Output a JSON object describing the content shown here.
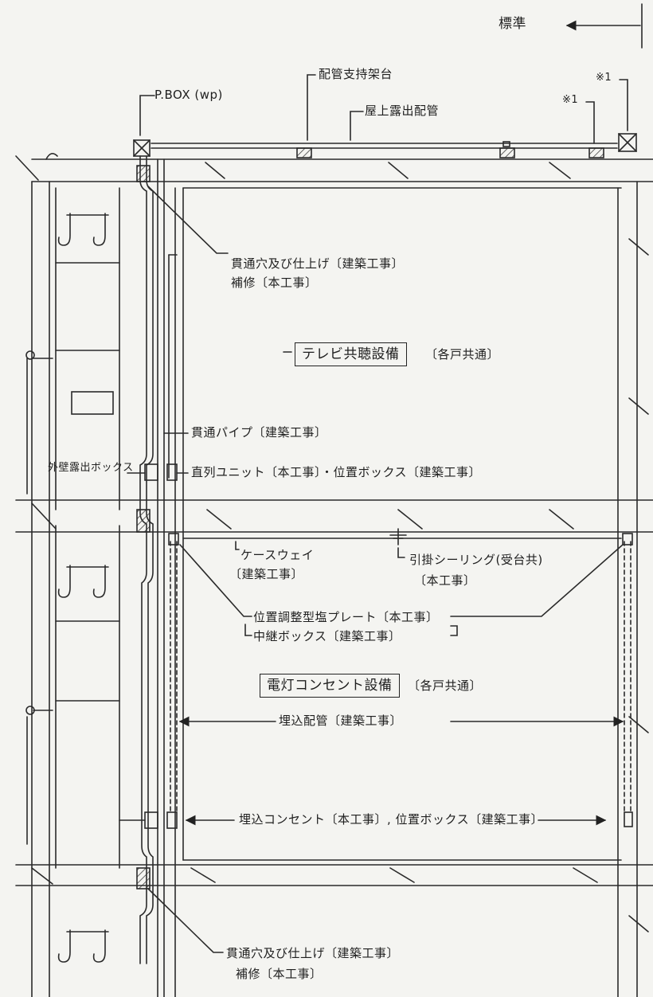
{
  "labels": {
    "standard": "標準",
    "note_mark": "※1",
    "pbox": "P.BOX (wp)",
    "support_stand": "配管支持架台",
    "roof_exposed_pipe": "屋上露出配管",
    "sleeve_finish_top_1": "貫通穴及び仕上げ〔建築工事〕",
    "sleeve_finish_top_2": "補修〔本工事〕",
    "tv_system": "テレビ共聴設備",
    "tv_common": "〔各戸共通〕",
    "sleeve_pipe": "貫通パイプ〔建築工事〕",
    "exposed_box_left": "外壁露出ボックス",
    "series_unit": "直列ユニット〔本工事〕・位置ボックス〔建築工事〕",
    "caseway_1": "ケースウェイ",
    "caseway_2": "〔建築工事〕",
    "ceiling_1": "引掛シーリング(受台共)",
    "ceiling_2": "〔本工事〕",
    "plate": "位置調整型塩プレート〔本工事〕",
    "relay_box": "中継ボックス〔建築工事〕",
    "lighting_system": "電灯コンセント設備",
    "lighting_common": "〔各戸共通〕",
    "embedded_pipe": "埋込配管〔建築工事〕",
    "embedded_outlet": "埋込コンセント〔本工事〕, 位置ボックス〔建築工事〕",
    "sleeve_finish_bot_1": "貫通穴及び仕上げ〔建築工事〕",
    "sleeve_finish_bot_2": "補修〔本工事〕"
  }
}
